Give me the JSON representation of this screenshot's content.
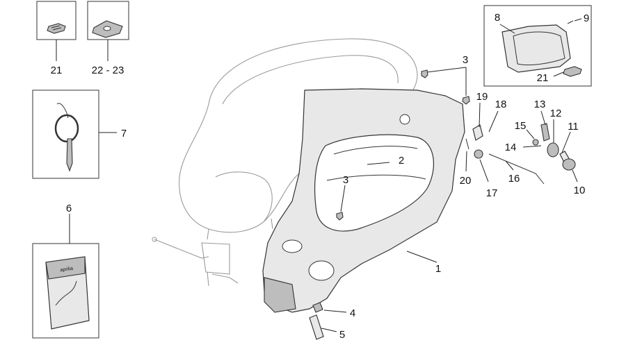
{
  "labels": {
    "l1": "1",
    "l2": "2",
    "l3a": "3",
    "l3b": "3",
    "l4": "4",
    "l5": "5",
    "l6": "6",
    "l7": "7",
    "l8": "8",
    "l9": "9",
    "l10": "10",
    "l11": "11",
    "l12": "12",
    "l13": "13",
    "l14": "14",
    "l15": "15",
    "l16": "16",
    "l17": "17",
    "l18": "18",
    "l19": "19",
    "l20": "20",
    "l21a": "21",
    "l21b": "21",
    "l22_23": "22 - 23"
  },
  "brand_mark": "aprilia"
}
